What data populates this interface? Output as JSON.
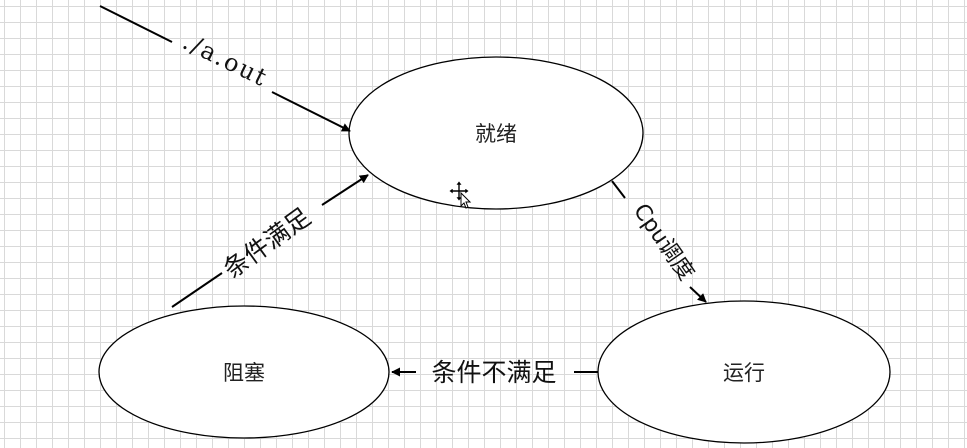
{
  "diagram": {
    "nodes": {
      "ready": "就绪",
      "running": "运行",
      "blocked": "阻塞"
    },
    "edges": {
      "start": "./a.out",
      "schedule": "Cpu调度",
      "blocked_to_ready": "条件满足",
      "running_to_blocked": "条件不满足"
    }
  },
  "colors": {
    "grid": "#d9d9d9",
    "stroke": "#000000",
    "text": "#111111"
  },
  "icons": [
    "move-cursor-icon"
  ]
}
